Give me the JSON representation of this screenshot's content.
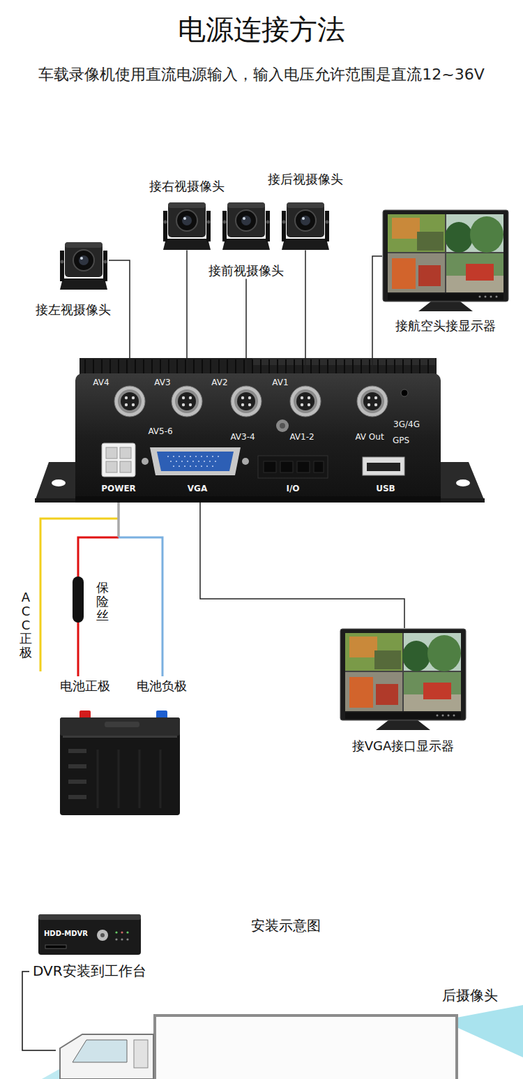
{
  "diagram": {
    "title": "电源连接方法",
    "nodes": [
      {
        "text": [
          "接右视摄像头"
        ]
      },
      {
        "text": [
          "接后视摄像头"
        ]
      },
      {
        "text": [
          "接前视摄像头"
        ]
      },
      {
        "text": [
          "接左视摄像头"
        ]
      },
      {
        "text": [
          "接航空头接显示器"
        ]
      },
      {
        "text": [
          "AV4",
          "AV3",
          "AV2",
          "AV1",
          "AV5-6",
          "AV3-4",
          "AV1-2",
          "AV Out",
          "3G/4G",
          "GPS",
          "POWER",
          "VGA",
          "I/O",
          "USB"
        ]
      },
      {
        "text": [
          "电池正极",
          "电池负极"
        ]
      },
      {
        "text": [
          "接VGA接口显示器"
        ]
      },
      {
        "text": [
          "HDD-MDVR"
        ]
      }
    ],
    "edges": [
      {
        "from": 3,
        "to": 5,
        "arrow": "none"
      },
      {
        "from": 0,
        "to": 5,
        "arrow": "none"
      },
      {
        "from": 2,
        "to": 5,
        "arrow": "none"
      },
      {
        "from": 1,
        "to": 5,
        "arrow": "none"
      },
      {
        "from": 4,
        "to": 5,
        "arrow": "none"
      },
      {
        "from": 5,
        "to": 6,
        "label": "保险丝",
        "arrow": "none"
      },
      {
        "from": 5,
        "to": 6,
        "arrow": "none"
      },
      {
        "from": 5,
        "to": 7,
        "arrow": "none"
      }
    ],
    "labels": [
      "车载录像机使用直流电源输入，输入电压允许范围是直流12~36V",
      "ACC正极",
      "安装示意图",
      "DVR安装到工作台",
      "后摄像头"
    ]
  }
}
